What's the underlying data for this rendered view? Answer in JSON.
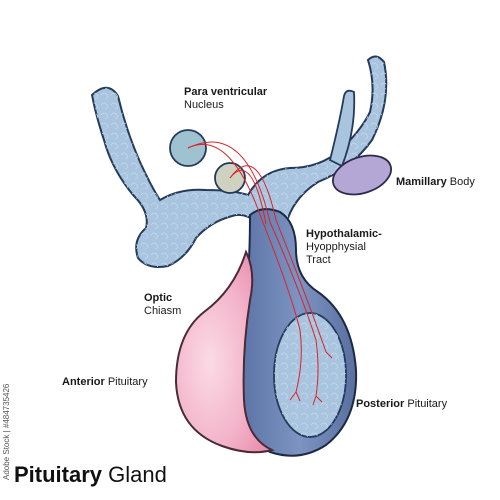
{
  "title": {
    "bold": "Pituitary",
    "rest": "Gland"
  },
  "labels": {
    "paraventricular": {
      "bold": "Para ventricular",
      "rest": "Nucleus"
    },
    "mamillary": {
      "bold": "Mamillary",
      "rest": " Body"
    },
    "hypothalamic": {
      "bold": "Hypothalamic-",
      "line2": "Hyopphysial",
      "line3": "Tract"
    },
    "optic": {
      "bold": "Optic",
      "rest": "Chiasm"
    },
    "anterior": {
      "bold": "Anterior",
      "rest": " Pituitary"
    },
    "posterior": {
      "bold": "Posterior",
      "rest": " Pituitary"
    }
  },
  "stock_id": "Adobe Stock | #484735426",
  "colors": {
    "tissue": "#a9c4df",
    "posterior": "#6b84b6",
    "anterior": "#f2b6cb",
    "mamillary": "#b4a7d6",
    "nerve": "#d8232a"
  }
}
